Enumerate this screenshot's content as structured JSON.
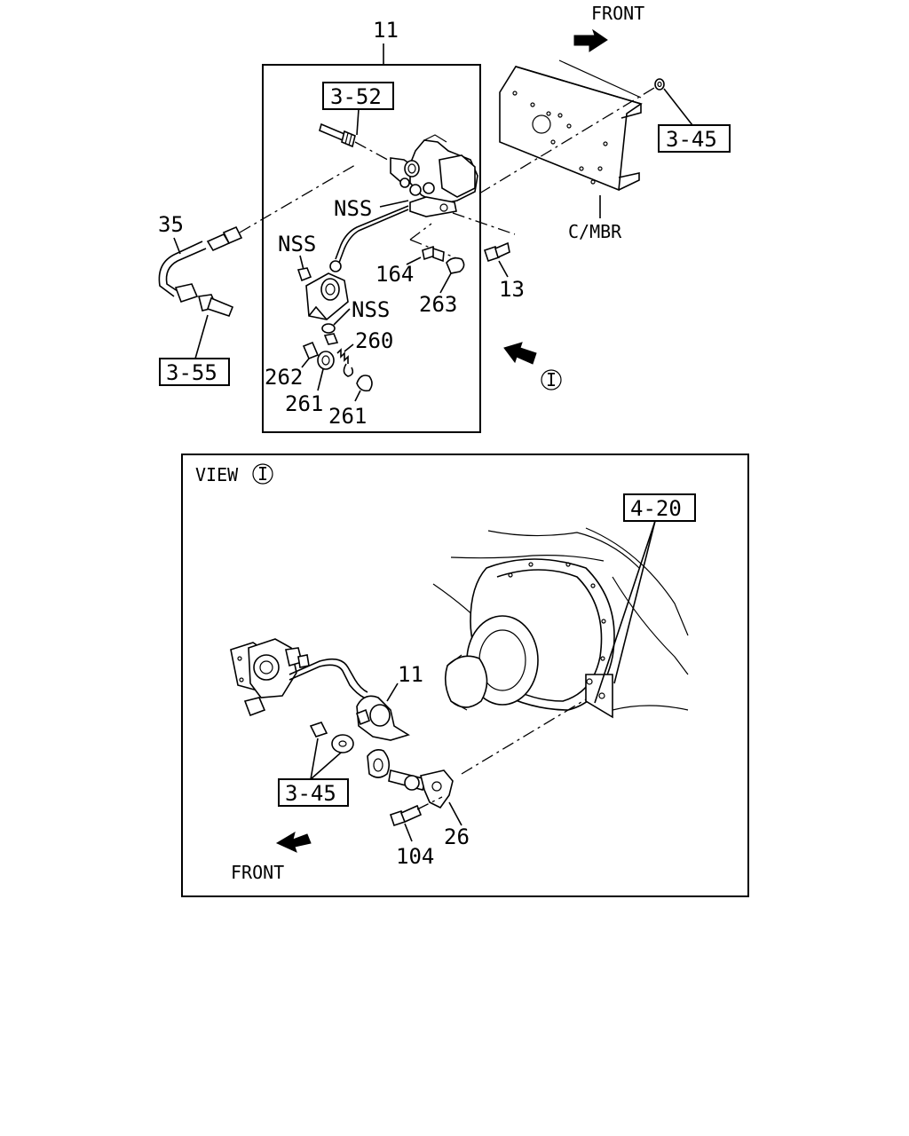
{
  "upper": {
    "front_label": "FRONT",
    "ref_3_52": "3-52",
    "ref_3_45": "3-45",
    "ref_3_55": "3-55",
    "callouts": {
      "p11": "11",
      "p35": "35",
      "nss_a": "NSS",
      "nss_b": "NSS",
      "nss_c": "NSS",
      "p164": "164",
      "p263": "263",
      "p13": "13",
      "p260": "260",
      "p262": "262",
      "p261_a": "261",
      "p261_b": "261",
      "cmbr": "C/MBR"
    },
    "view_marker": "I"
  },
  "view": {
    "title": "VIEW",
    "marker": "I",
    "ref_4_20": "4-20",
    "ref_3_45": "3-45",
    "front_label": "FRONT",
    "callouts": {
      "p11": "11",
      "p26": "26",
      "p104": "104"
    }
  }
}
